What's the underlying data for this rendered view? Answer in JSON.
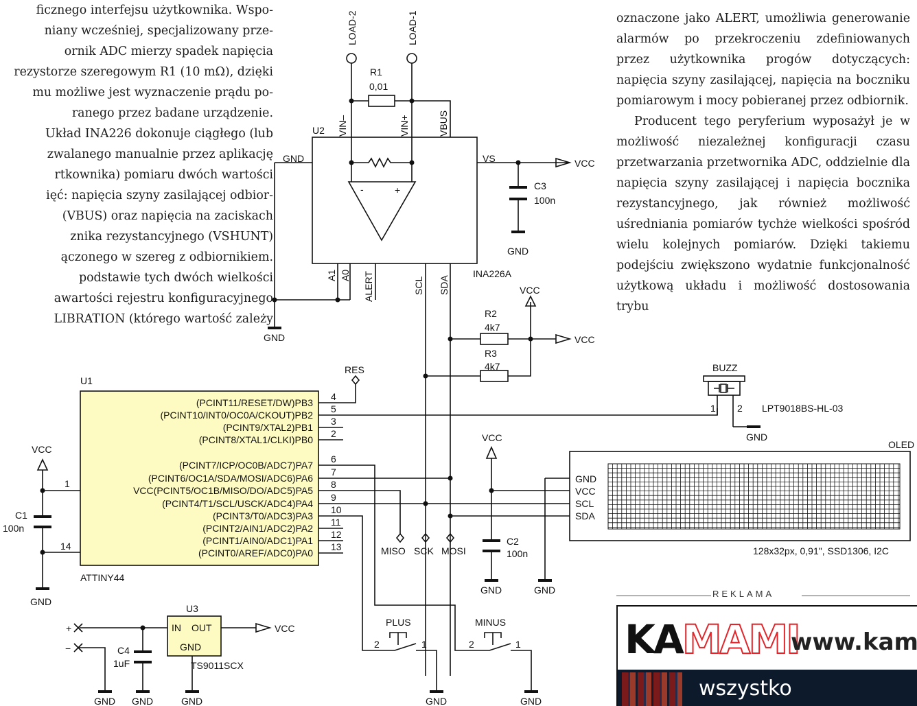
{
  "left_text": {
    "lines": [
      "ficznego interfejsu użytkownika. Wspo-",
      "niany wcześniej, specjalizowany prze-",
      "ornik ADC mierzy spadek napięcia",
      "rezystorze szeregowym R1 (10 mΩ), dzięki",
      "mu możliwe jest wyznaczenie prądu po-",
      "ranego przez badane urządzenie.",
      "Układ INA226 dokonuje ciągłego (lub",
      "zwalanego manualnie przez aplikację",
      "rtkownika) pomiaru dwóch wartości",
      "ięć: napięcia szyny zasilającej odbior-",
      "(VBUS) oraz napięcia na zaciskach",
      "znika rezystancyjnego (VSHUNT)",
      "ączonego w szereg z odbiornikiem.",
      "podstawie tych dwóch wielkości",
      "awartości rejestru konfiguracyjnego",
      "LIBRATION (którego wartość zależy"
    ]
  },
  "right_text": {
    "p1": "oznaczone jako ALERT, umożliwia generowanie alarmów po przekroczeniu zdefiniowanych przez użytkownika progów dotyczących: napięcia szyny zasilającej, napięcia na boczniku pomiarowym i mocy pobieranej przez odbiornik.",
    "p2": "Producent tego peryferium wyposażył je w możliwość niezależnej konfiguracji czasu przetwarzania przetwornika ADC, oddzielnie dla napięcia szyny zasilającej i napięcia bocznika rezystancyjnego, jak również możliwość uśredniania pomiarów tychże wielkości spośród wielu kolejnych pomiarów. Dzięki takiemu podejściu zwiększono wydatnie funkcjonalność użytkową układu i możliwość dostosowania trybu"
  },
  "schematic": {
    "load2": "LOAD-2",
    "load1": "LOAD-1",
    "r1_name": "R1",
    "r1_value": "0,01",
    "u2_name": "U2",
    "u2_part": "INA226A",
    "vin_minus": "VIN–",
    "vin_plus": "VIN+",
    "vbus": "VBUS",
    "gnd_pin": "GND",
    "vs_pin": "VS",
    "a1": "A1",
    "a0": "A0",
    "alert": "ALERT",
    "scl": "SCL",
    "sda": "SDA",
    "vcc": "VCC",
    "gnd": "GND",
    "c3_name": "C3",
    "c3_value": "100n",
    "r2_name": "R2",
    "r2_value": "4k7",
    "r3_name": "R3",
    "r3_value": "4k7",
    "res": "RES",
    "u1_name": "U1",
    "u1_part": "ATTINY44",
    "u1_pins": [
      {
        "label": "(PCINT11/RESET/DW)PB3",
        "num": "4"
      },
      {
        "label": "(PCINT10/INT0/OC0A/CKOUT)PB2",
        "num": "5"
      },
      {
        "label": "(PCINT9/XTAL2)PB1",
        "num": "3"
      },
      {
        "label": "(PCINT8/XTAL1/CLKI)PB0",
        "num": "2"
      },
      {
        "label": "(PCINT7/ICP/OC0B/ADC7)PA7",
        "num": "6"
      },
      {
        "label": "(PCINT6/OC1A/SDA/MOSI/ADC6)PA6",
        "num": "7"
      },
      {
        "label": "VCC(PCINT5/OC1B/MISO/DO/ADC5)PA5",
        "num": "8"
      },
      {
        "label": "(PCINT4/T1/SCL/USCK/ADC4)PA4",
        "num": "9"
      },
      {
        "label": "(PCINT3/T0/ADC3)PA3",
        "num": "10"
      },
      {
        "label": "(PCINT2/AIN1/ADC2)PA2",
        "num": "11"
      },
      {
        "label": "(PCINT1/AIN0/ADC1)PA1",
        "num": "12"
      },
      {
        "label": "(PCINT0/AREF/ADC0)PA0",
        "num": "13"
      }
    ],
    "u1_pin_vcc": "1",
    "u1_pin_gnd": "14",
    "c1_name": "C1",
    "c1_value": "100n",
    "c2_name": "C2",
    "c2_value": "100n",
    "c4_name": "C4",
    "c4_value": "1uF",
    "miso": "MISO",
    "sck": "SCK",
    "mosi": "MOSI",
    "buzz": "BUZZ",
    "buzz_part": "LPT9018BS-HL-03",
    "buzz_pin1": "1",
    "buzz_pin2": "2",
    "oled": "OLED",
    "oled_desc": "128x32px, 0,91\", SSD1306, I2C",
    "oled_pins": [
      "GND",
      "VCC",
      "SCL",
      "SDA"
    ],
    "u3_name": "U3",
    "u3_in": "IN",
    "u3_out": "OUT",
    "u3_gnd": "GND",
    "u3_part": "TS9011SCX",
    "plus": "PLUS",
    "minus": "MINUS",
    "sw_pin1": "1",
    "sw_pin2": "2",
    "plus_sign": "+",
    "minus_sign": "−"
  },
  "ad": {
    "label": "REKLAMA",
    "logo_k": "KA",
    "logo_m": "MAMI",
    "url": "www.kama",
    "banner_text": "wszystko"
  }
}
